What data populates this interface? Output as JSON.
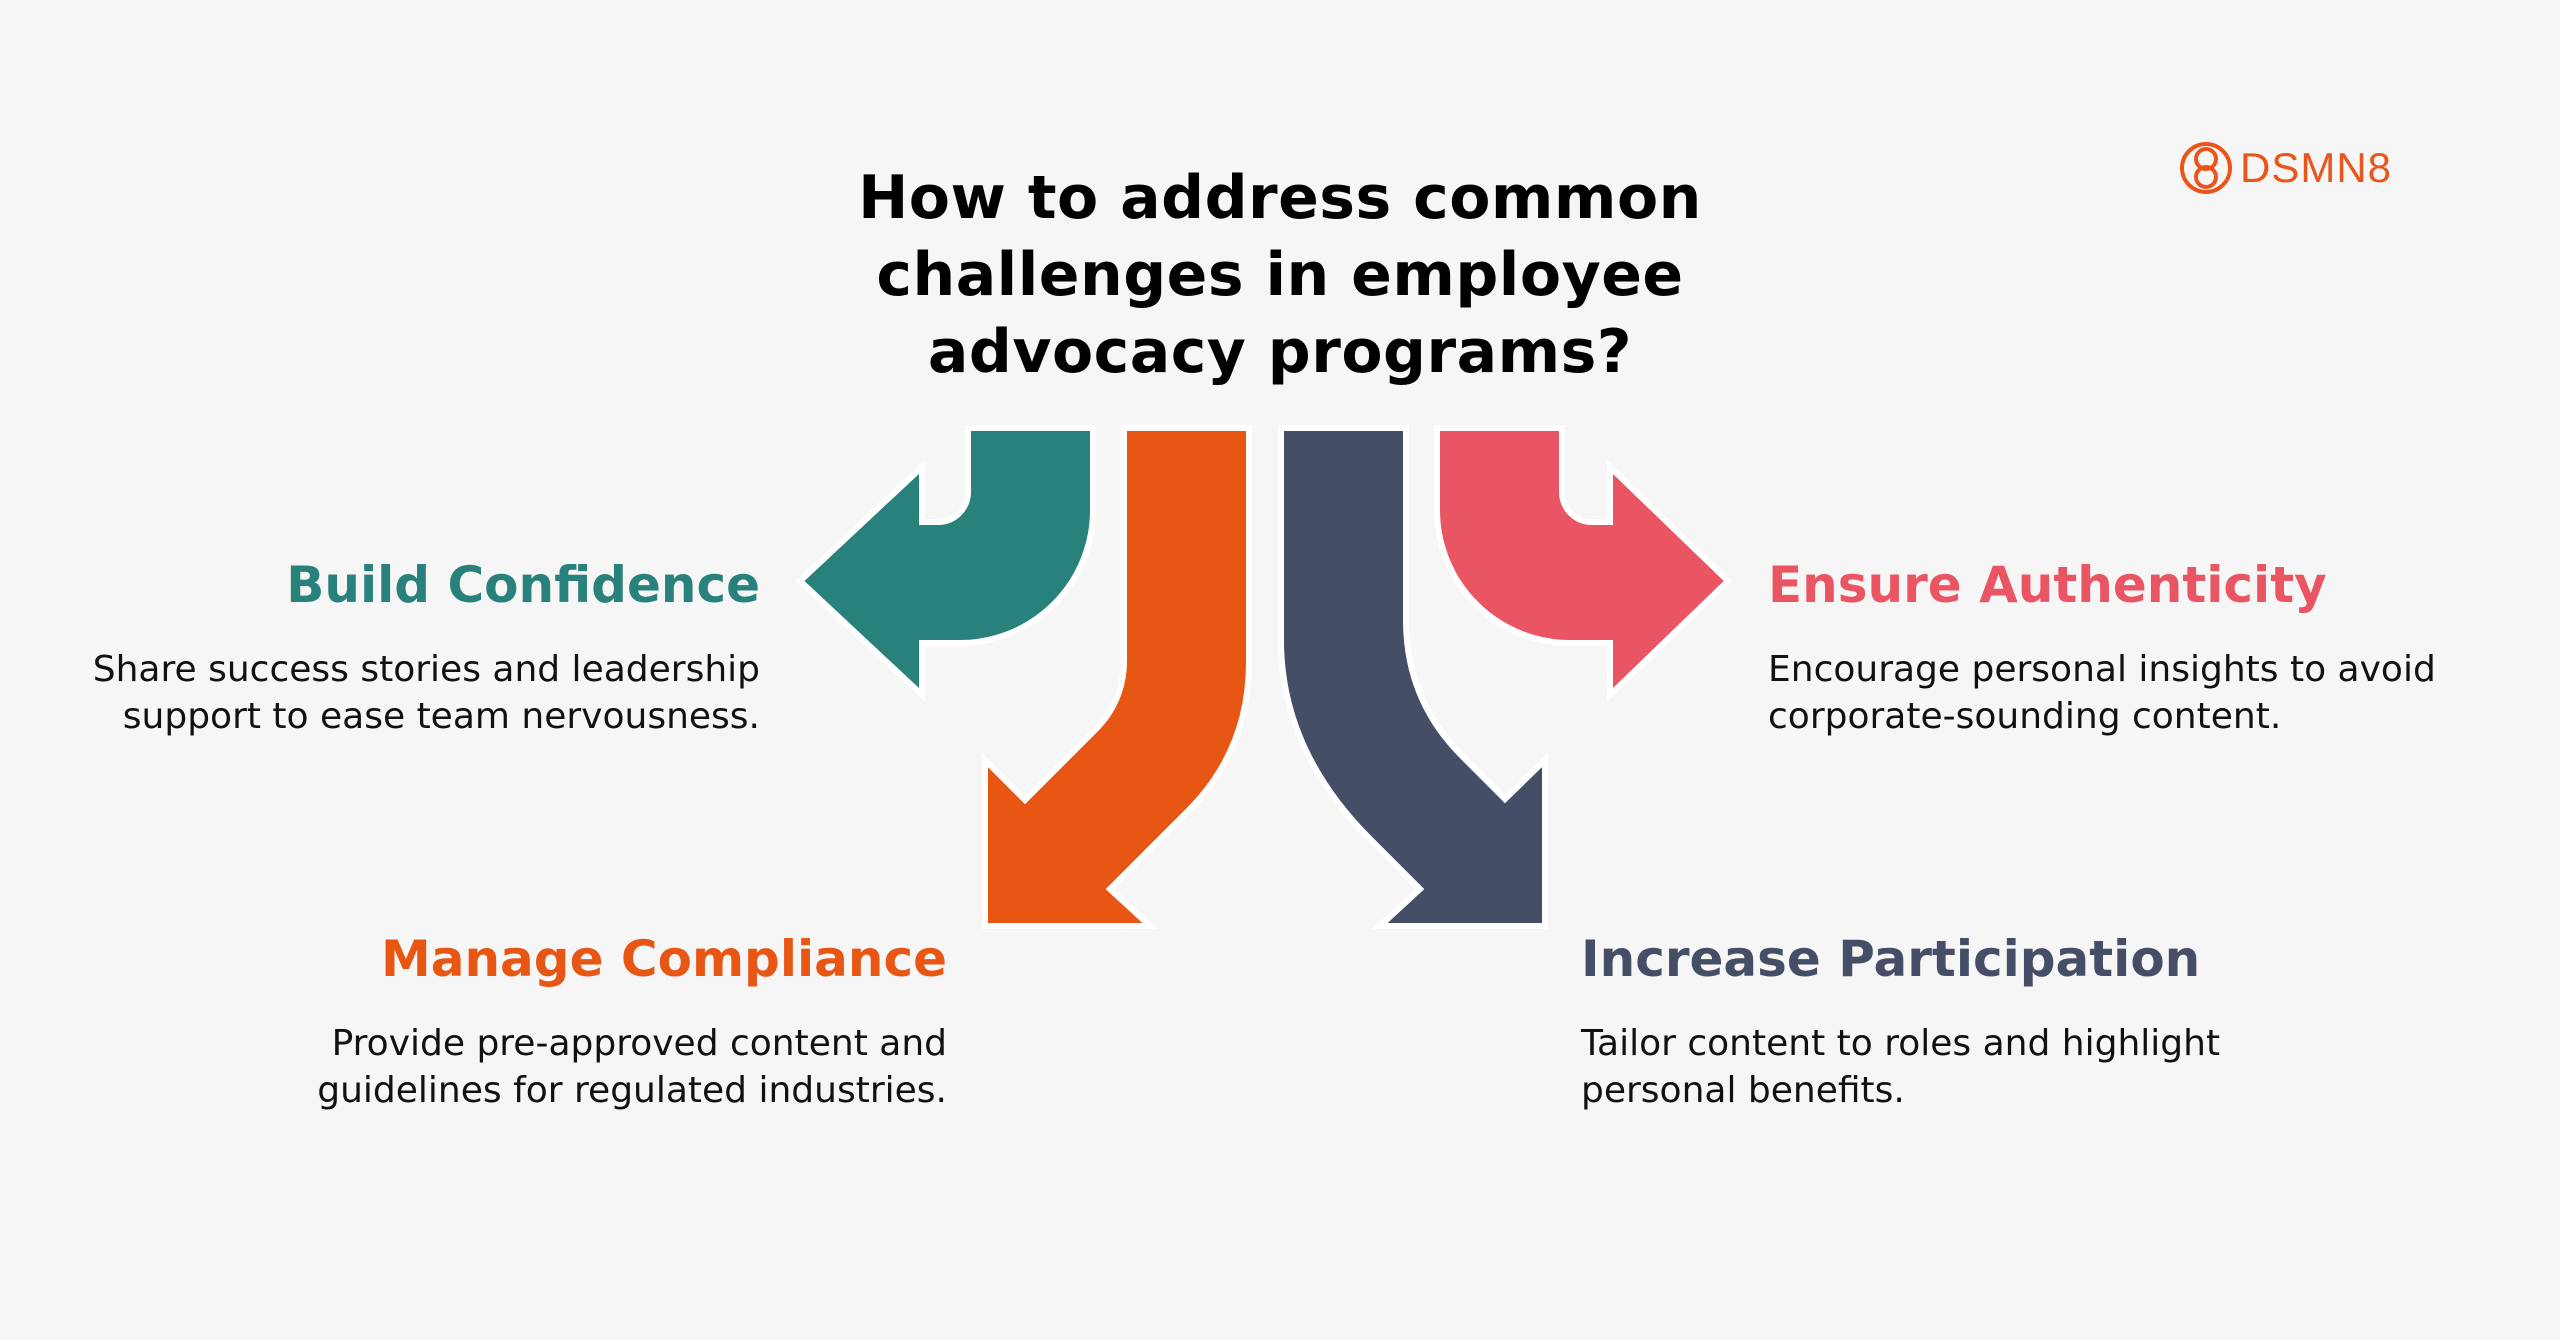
{
  "title": "How to address common challenges in employee advocacy programs?",
  "logo": {
    "text": "DSMN8",
    "color": "#e9551b"
  },
  "items": [
    {
      "heading": "Build Confidence",
      "description": "Share success stories and leadership support to ease team nervousness.",
      "color": "#28817b"
    },
    {
      "heading": "Manage Compliance",
      "description": "Provide pre-approved content and guidelines for regulated industries.",
      "color": "#e85614"
    },
    {
      "heading": "Increase Participation",
      "description": "Tailor content to roles and highlight personal benefits.",
      "color": "#464d66"
    },
    {
      "heading": "Ensure Authenticity",
      "description": "Encourage personal insights to avoid corporate-sounding content.",
      "color": "#ea5563"
    }
  ]
}
